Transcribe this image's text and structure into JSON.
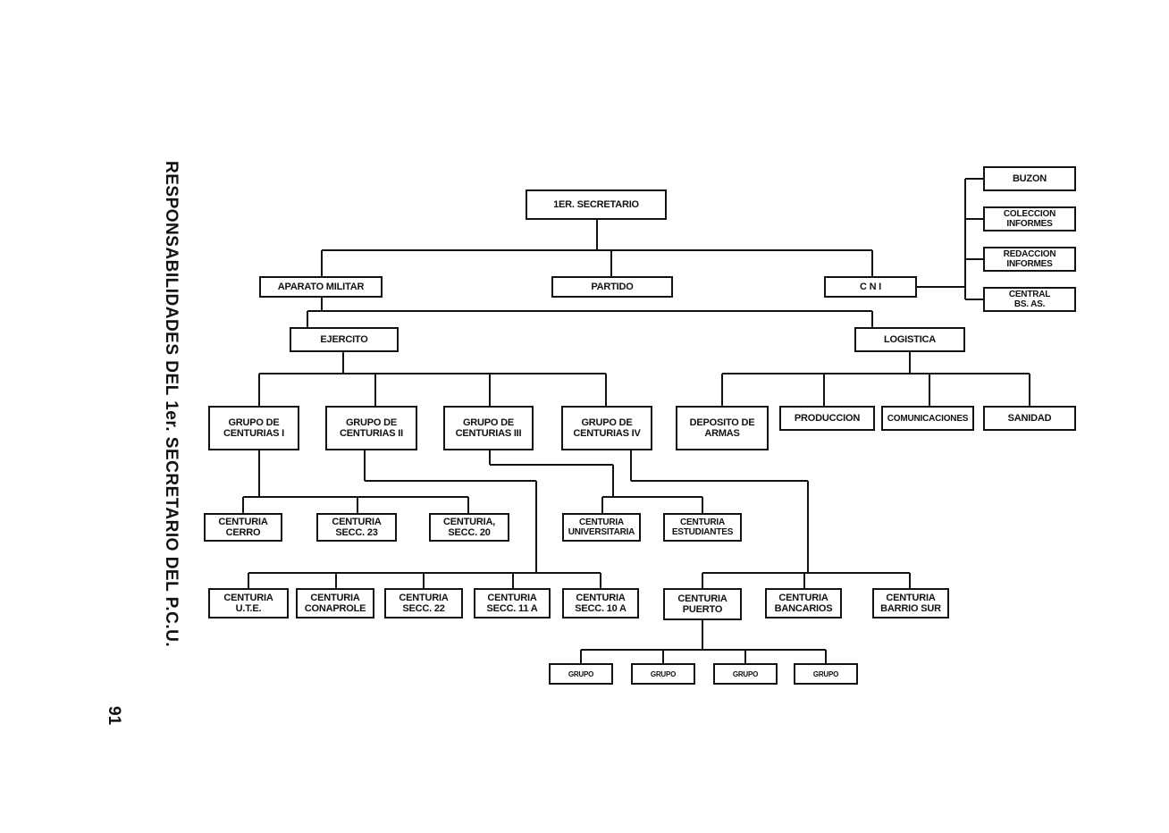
{
  "page": {
    "title": "RESPONSABILIDADES DEL 1er. SECRETARIO DEL P.C.U.",
    "page_number": "91"
  },
  "nodes": {
    "secretario": [
      "1er. SECRETARIO"
    ],
    "aparato": [
      "APARATO MILITAR"
    ],
    "partido": [
      "PARTIDO"
    ],
    "cni": [
      "C N I"
    ],
    "buzon": [
      "BUZON"
    ],
    "coleccion": [
      "COLECCION",
      "INFORMES"
    ],
    "redaccion": [
      "REDACCION",
      "INFORMES"
    ],
    "central": [
      "CENTRAL",
      "BS. AS."
    ],
    "ejercito": [
      "EJERCITO"
    ],
    "logistica": [
      "LOGISTICA"
    ],
    "grupo1": [
      "GRUPO DE",
      "CENTURIAS I"
    ],
    "grupo2": [
      "GRUPO DE",
      "CENTURIAS II"
    ],
    "grupo3": [
      "GRUPO DE",
      "CENTURIAS III"
    ],
    "grupo4": [
      "GRUPO DE",
      "CENTURIAS IV"
    ],
    "deposito": [
      "DEPOSITO DE",
      "ARMAS"
    ],
    "produccion": [
      "PRODUCCION"
    ],
    "comunicaciones": [
      "COMUNICACIONES"
    ],
    "sanidad": [
      "SANIDAD"
    ],
    "cerro": [
      "CENTURIA",
      "CERRO"
    ],
    "secc23": [
      "CENTURIA",
      "SECC. 23"
    ],
    "secc20": [
      "CENTURIA,",
      "SECC. 20"
    ],
    "universitaria": [
      "CENTURIA",
      "UNIVERSITARIA"
    ],
    "estudiantes": [
      "CENTURIA",
      "ESTUDIANTES"
    ],
    "ute": [
      "CENTURIA",
      "U.T.E."
    ],
    "conaprole": [
      "CENTURIA",
      "CONAPROLE"
    ],
    "secc22": [
      "CENTURIA",
      "SECC. 22"
    ],
    "secc11a": [
      "CENTURIA",
      "SECC. 11 A"
    ],
    "secc10a": [
      "CENTURIA",
      "SECC. 10 A"
    ],
    "puerto": [
      "CENTURIA",
      "PUERTO"
    ],
    "bancarios": [
      "CENTURIA",
      "BANCARIOS"
    ],
    "barriosur": [
      "CENTURIA",
      "BARRIO SUR"
    ],
    "grupo_a": [
      "GRUPO"
    ],
    "grupo_b": [
      "GRUPO"
    ],
    "grupo_c": [
      "GRUPO"
    ],
    "grupo_d": [
      "GRUPO"
    ]
  }
}
